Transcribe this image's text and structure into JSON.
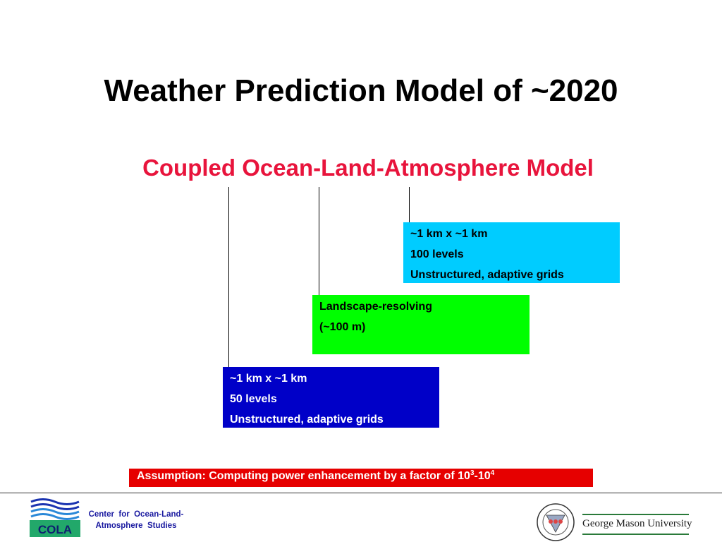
{
  "slide": {
    "title": "Weather Prediction Model of ~2020",
    "subtitle": "Coupled Ocean-Land-Atmosphere Model"
  },
  "boxes": {
    "ocean": {
      "color": "#00ccff",
      "lines": [
        "~1 km x ~1 km",
        "100 levels",
        "Unstructured, adaptive grids"
      ]
    },
    "land": {
      "color": "#00ff00",
      "lines": [
        "Landscape-resolving",
        "(~100 m)"
      ]
    },
    "atmosphere": {
      "color": "#0000c8",
      "lines": [
        "~1 km x ~1 km",
        "50 levels",
        "Unstructured, adaptive grids"
      ]
    }
  },
  "assumption": {
    "text": "Assumption: Computing power enhancement by a factor of 10",
    "exp1": "3",
    "dash": "-10",
    "exp2": "4",
    "color": "#e60000"
  },
  "footer": {
    "cola_logo_text": "COLA",
    "cola_name_line1": "Center  for  Ocean-Land-",
    "cola_name_line2": "Atmosphere  Studies",
    "university_name": "George Mason University"
  },
  "icons": {
    "cola_logo": "cola-wave-logo",
    "gmu_seal": "school-of-computational-sciences-seal"
  }
}
